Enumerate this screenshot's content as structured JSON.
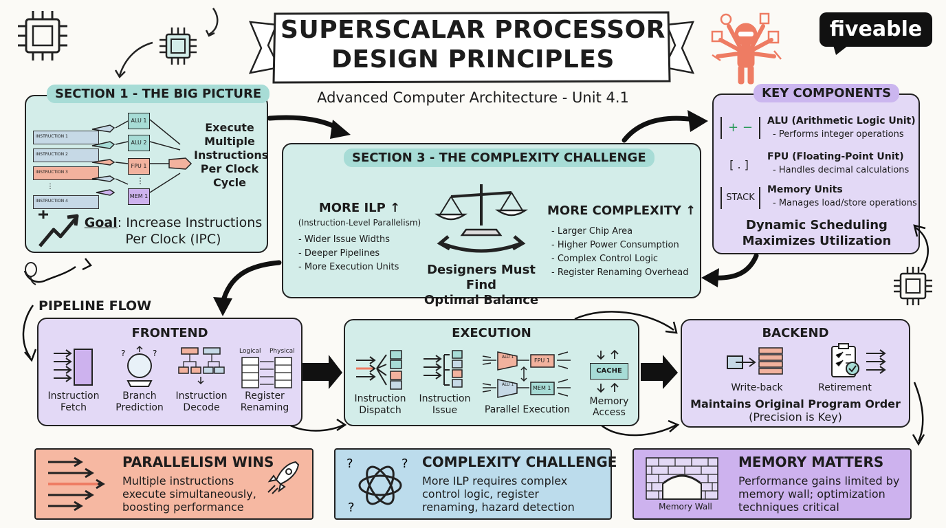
{
  "title_banner": {
    "line1": "SUPERSCALAR PROCESSOR",
    "line2": "DESIGN PRINCIPLES"
  },
  "subtitle": "Advanced Computer Architecture - Unit 4.1",
  "brand": "fiveable",
  "section1": {
    "label": "SECTION 1 - THE BIG PICTURE",
    "instr_labels": [
      "INSTRUCTION 1",
      "INSTRUCTION 2",
      "INSTRUCTION 3",
      "INSTRUCTION 4"
    ],
    "units": [
      "ALU 1",
      "ALU 2",
      "FPU 1",
      "MEM 1"
    ],
    "execute_text": "Execute Multiple Instructions Per Clock Cycle",
    "goal_label": "Goal",
    "goal_text": ": Increase Instructions",
    "goal_text2": "Per Clock (IPC)"
  },
  "section3": {
    "label": "SECTION 3 - THE COMPLEXITY CHALLENGE",
    "left_title": "MORE ILP",
    "left_sub": "(Instruction-Level Parallelism)",
    "left_items": [
      "- Wider Issue Widths",
      "- Deeper Pipelines",
      "- More Execution Units"
    ],
    "right_title": "MORE COMPLEXITY",
    "right_items": [
      "- Larger Chip Area",
      "- Higher Power Consumption",
      "- Complex Control Logic",
      "- Register Renaming Overhead"
    ],
    "balance_line1": "Designers Must Find",
    "balance_line2": "Optimal Balance"
  },
  "key_components": {
    "label": "KEY COMPONENTS",
    "items": [
      {
        "icon_text": "+ −",
        "title": "ALU (Arithmetic Logic Unit)",
        "desc": "- Performs integer operations"
      },
      {
        "icon_text": "[ . ]",
        "title": "FPU (Floating-Point Unit)",
        "desc": "- Handles decimal calculations"
      },
      {
        "icon_text": "STACK",
        "title": "Memory Units",
        "desc": "- Manages load/store operations"
      }
    ],
    "footer_line1": "Dynamic Scheduling",
    "footer_line2": "Maximizes Utilization"
  },
  "pipeline_flow_label": "PIPELINE FLOW",
  "frontend": {
    "title": "FRONTEND",
    "steps": [
      {
        "line1": "Instruction",
        "line2": "Fetch"
      },
      {
        "line1": "Branch",
        "line2": "Prediction"
      },
      {
        "line1": "Instruction",
        "line2": "Decode"
      },
      {
        "line1": "Register",
        "line2": "Renaming"
      }
    ],
    "logical": "Logical",
    "physical": "Physical"
  },
  "execution": {
    "title": "EXECUTION",
    "steps": [
      {
        "line1": "Instruction",
        "line2": "Dispatch"
      },
      {
        "line1": "Instruction",
        "line2": "Issue"
      },
      {
        "line1": "Parallel Execution",
        "line2": ""
      },
      {
        "line1": "Memory",
        "line2": "Access"
      }
    ],
    "units": [
      "ALU 1",
      "FPU 1",
      "ALU 1",
      "MEM 1"
    ],
    "cache": "CACHE"
  },
  "backend": {
    "title": "BACKEND",
    "steps": [
      "Write-back",
      "Retirement"
    ],
    "line1": "Maintains Original Program Order",
    "line2": "(Precision is Key)"
  },
  "cards": [
    {
      "title": "PARALLELISM WINS",
      "text": [
        "Multiple instructions",
        "execute simultaneously,",
        "boosting performance"
      ]
    },
    {
      "title": "COMPLEXITY CHALLENGE",
      "text": [
        "More ILP requires complex",
        "control logic, register",
        "renaming, hazard detection"
      ]
    },
    {
      "title": "MEMORY MATTERS",
      "icon_label": "Memory Wall",
      "text": [
        "Performance gains limited by",
        "memory wall; optimization",
        "techniques critical"
      ]
    }
  ],
  "colors": {
    "teal": "#d3ede9",
    "teal_dark": "#a7dcd6",
    "lavender": "#e3d9f6",
    "lavender_dark": "#cbb6ef",
    "salmon": "#f6b8a2",
    "blue": "#bcdcec",
    "purple": "#cdb2ee",
    "accent_red": "#ee7c63"
  }
}
